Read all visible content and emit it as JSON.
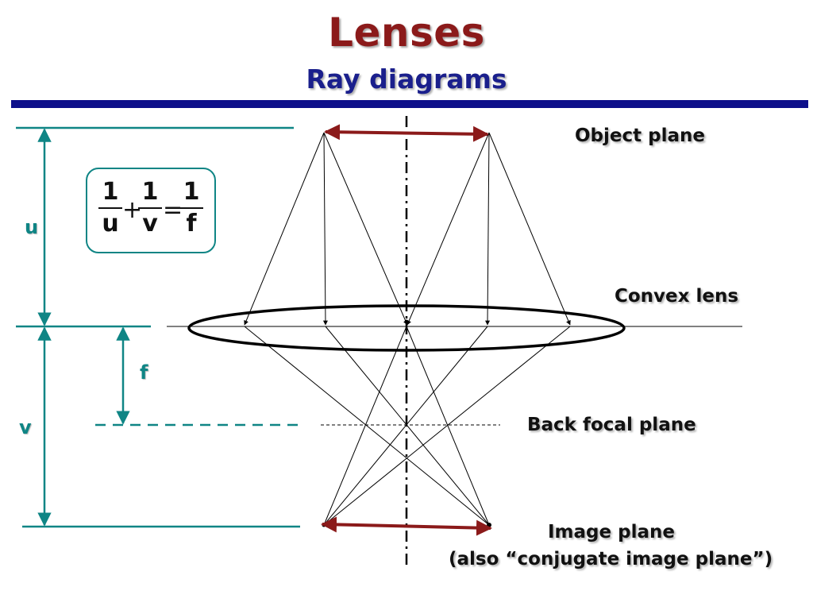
{
  "header": {
    "title": "Lenses",
    "subtitle": "Ray diagrams"
  },
  "labels": {
    "object_plane": "Object plane",
    "convex_lens": "Convex lens",
    "back_focal_plane": "Back focal plane",
    "image_plane": "Image plane",
    "image_plane_note": "(also “conjugate image plane”)"
  },
  "dimensions": {
    "u": "u",
    "f": "f",
    "v": "v"
  },
  "formula": {
    "term1_num": "1",
    "term1_den": "u",
    "plus": "+",
    "term2_num": "1",
    "term2_den": "v",
    "equals": "=",
    "term3_num": "1",
    "term3_den": "f"
  },
  "colors": {
    "title": "#8b1a1a",
    "subtitle": "#1a1f8c",
    "rule": "#0d0f8a",
    "dimension": "#0f8585",
    "arrow": "#8b1a1a",
    "ray": "#000000"
  }
}
